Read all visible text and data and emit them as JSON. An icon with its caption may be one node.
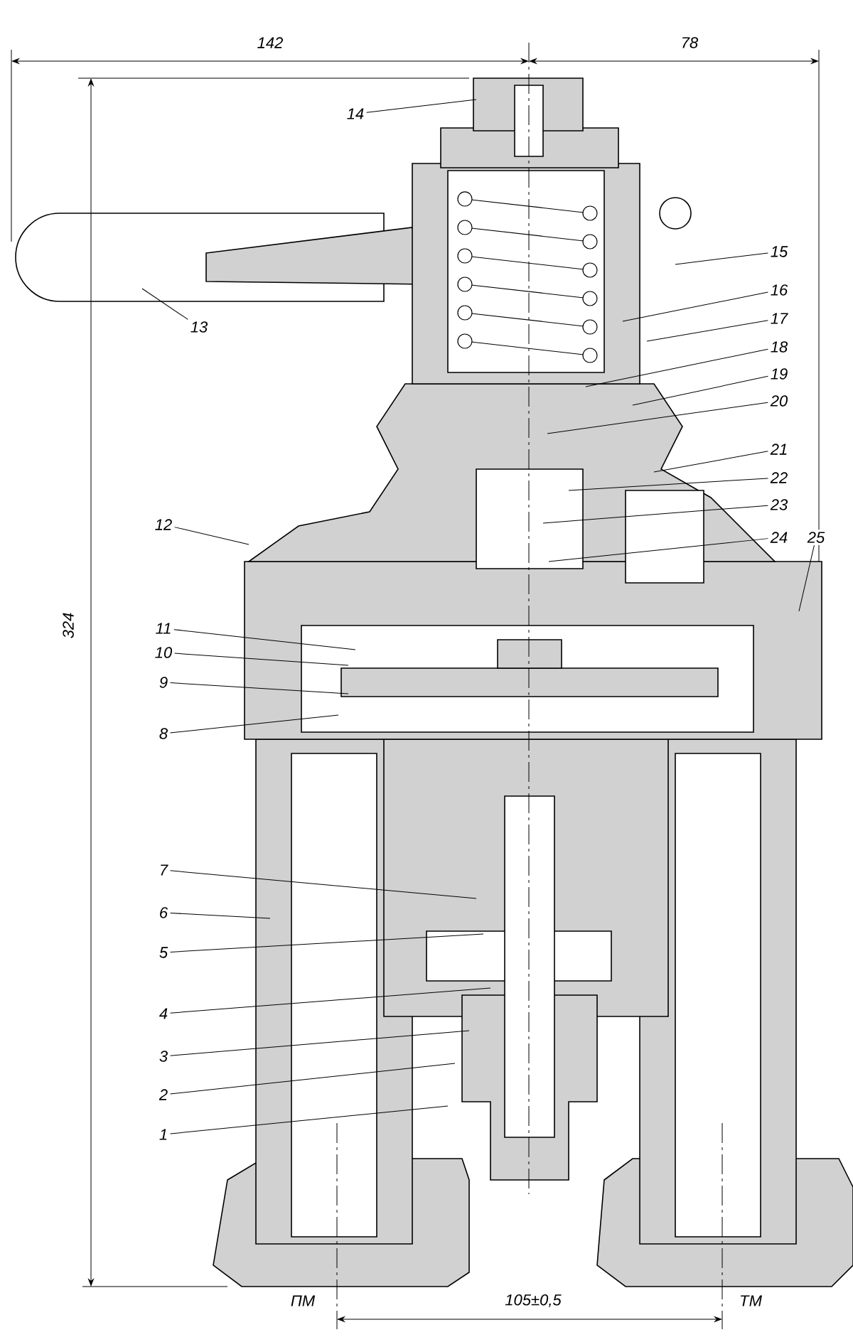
{
  "diagram": {
    "nodes": [
      {
        "text": [
          "1"
        ]
      },
      {
        "text": [
          "2"
        ]
      },
      {
        "text": [
          "3"
        ]
      },
      {
        "text": [
          "4"
        ]
      },
      {
        "text": [
          "5"
        ]
      },
      {
        "text": [
          "6"
        ]
      },
      {
        "text": [
          "7"
        ]
      },
      {
        "text": [
          "8"
        ]
      },
      {
        "text": [
          "9"
        ]
      },
      {
        "text": [
          "10"
        ]
      },
      {
        "text": [
          "11"
        ]
      },
      {
        "text": [
          "12"
        ]
      },
      {
        "text": [
          "13"
        ]
      },
      {
        "text": [
          "14"
        ]
      },
      {
        "text": [
          "15"
        ]
      },
      {
        "text": [
          "16"
        ]
      },
      {
        "text": [
          "17"
        ]
      },
      {
        "text": [
          "18"
        ]
      },
      {
        "text": [
          "19"
        ]
      },
      {
        "text": [
          "20"
        ]
      },
      {
        "text": [
          "21"
        ]
      },
      {
        "text": [
          "22"
        ]
      },
      {
        "text": [
          "23"
        ]
      },
      {
        "text": [
          "24"
        ]
      },
      {
        "text": [
          "25"
        ]
      }
    ],
    "edges": [
      {
        "from": 0,
        "to": null,
        "arrow": "none"
      },
      {
        "from": 1,
        "to": null,
        "arrow": "none"
      },
      {
        "from": 2,
        "to": null,
        "arrow": "none"
      },
      {
        "from": 3,
        "to": null,
        "arrow": "none"
      },
      {
        "from": 4,
        "to": null,
        "arrow": "none"
      },
      {
        "from": 5,
        "to": null,
        "arrow": "none"
      },
      {
        "from": 6,
        "to": null,
        "arrow": "none"
      },
      {
        "from": 7,
        "to": null,
        "arrow": "none"
      },
      {
        "from": 8,
        "to": null,
        "arrow": "none"
      },
      {
        "from": 9,
        "to": null,
        "arrow": "none"
      },
      {
        "from": 10,
        "to": null,
        "arrow": "none"
      },
      {
        "from": 11,
        "to": null,
        "arrow": "none"
      },
      {
        "from": 12,
        "to": null,
        "arrow": "none"
      },
      {
        "from": 13,
        "to": null,
        "arrow": "none"
      },
      {
        "from": 14,
        "to": null,
        "arrow": "none"
      },
      {
        "from": 15,
        "to": null,
        "arrow": "none"
      },
      {
        "from": 16,
        "to": null,
        "arrow": "none"
      },
      {
        "from": 17,
        "to": null,
        "arrow": "none"
      },
      {
        "from": 18,
        "to": null,
        "arrow": "none"
      },
      {
        "from": 19,
        "to": null,
        "arrow": "none"
      },
      {
        "from": 20,
        "to": null,
        "arrow": "none"
      },
      {
        "from": 21,
        "to": null,
        "arrow": "none"
      },
      {
        "from": 22,
        "to": null,
        "arrow": "none"
      },
      {
        "from": 23,
        "to": null,
        "arrow": "none"
      },
      {
        "from": 24,
        "to": null,
        "arrow": "none"
      }
    ],
    "labels": [
      "142",
      "78",
      "324",
      "105±0,5",
      "ПМ",
      "ТМ"
    ]
  }
}
